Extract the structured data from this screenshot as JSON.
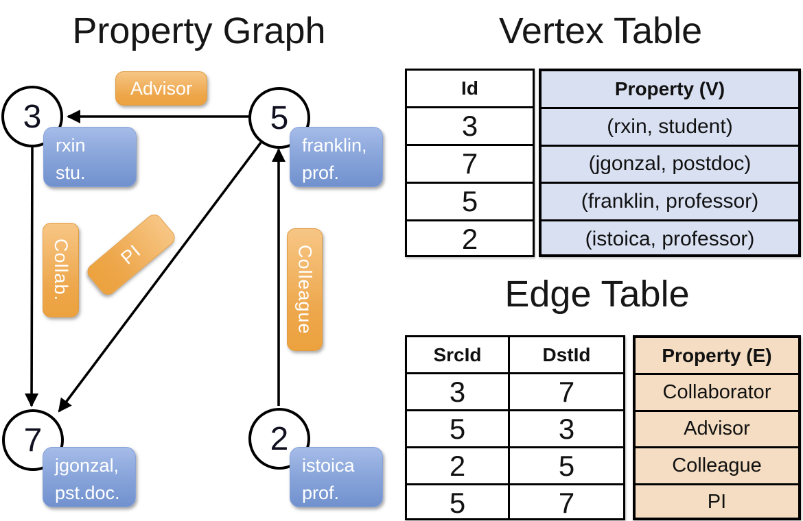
{
  "graph": {
    "title": "Property Graph",
    "nodes": [
      {
        "id": "3",
        "label_line1": "rxin",
        "label_line2": "stu."
      },
      {
        "id": "5",
        "label_line1": "franklin,",
        "label_line2": "prof."
      },
      {
        "id": "7",
        "label_line1": "jgonzal,",
        "label_line2": "pst.doc."
      },
      {
        "id": "2",
        "label_line1": "istoica",
        "label_line2": "prof."
      }
    ],
    "edge_labels": {
      "advisor": "Advisor",
      "collab": "Collab.",
      "pi": "PI",
      "colleague": "Colleague"
    }
  },
  "vertex_table": {
    "title": "Vertex Table",
    "id_header": "Id",
    "property_header": "Property (V)",
    "rows": [
      {
        "id": "3",
        "property": "(rxin, student)"
      },
      {
        "id": "7",
        "property": "(jgonzal, postdoc)"
      },
      {
        "id": "5",
        "property": "(franklin, professor)"
      },
      {
        "id": "2",
        "property": "(istoica, professor)"
      }
    ]
  },
  "edge_table": {
    "title": "Edge Table",
    "srcid_header": "SrcId",
    "dstid_header": "DstId",
    "property_header": "Property (E)",
    "rows": [
      {
        "src": "3",
        "dst": "7",
        "property": "Collaborator"
      },
      {
        "src": "5",
        "dst": "3",
        "property": "Advisor"
      },
      {
        "src": "2",
        "dst": "5",
        "property": "Colleague"
      },
      {
        "src": "5",
        "dst": "7",
        "property": "PI"
      }
    ]
  },
  "colors": {
    "node_label_blue": "#8aa6db",
    "edge_label_orange": "#eda64a",
    "vertex_property_fill": "#d8e0f2",
    "edge_property_fill": "#f4ddc2",
    "line_black": "#000000"
  }
}
